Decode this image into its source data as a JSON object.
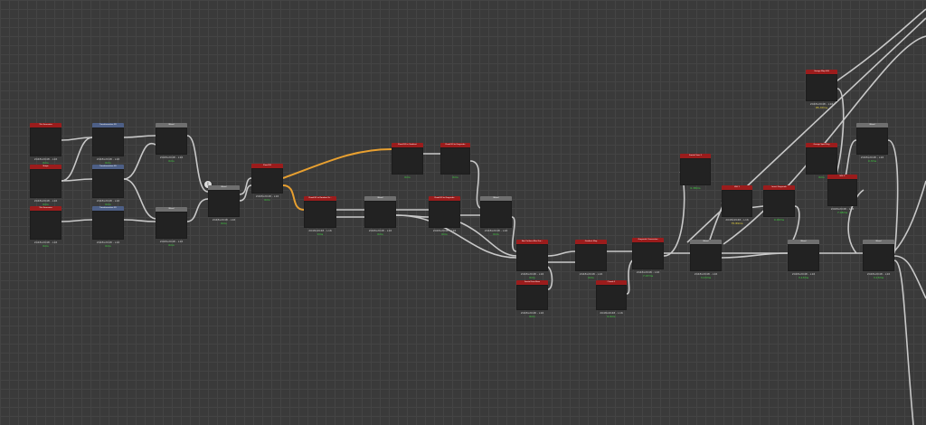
{
  "graph": {
    "nodes": {
      "tile_gen_1": {
        "title": "Tile Generator",
        "res": "2048x2048 - L16",
        "time": "0ms"
      },
      "shape": {
        "title": "Shape",
        "res": "2048x2048 - L16",
        "time": "0ms"
      },
      "tile_gen_2": {
        "title": "Tile Generator",
        "res": "2048x2048 - L16",
        "time": "0ms"
      },
      "transform_1": {
        "title": "Transformation 2D",
        "res": "2048x2048 - L16",
        "time": "0ms"
      },
      "transform_2": {
        "title": "Transformation 2D",
        "res": "2048x2048 - L16",
        "time": "0ms"
      },
      "transform_3": {
        "title": "Transformation 2D",
        "res": "2048x2048 - L16",
        "time": "0ms"
      },
      "blend_a": {
        "title": "Blend",
        "res": "2048x2048 - L16",
        "time": "0ms"
      },
      "blend_b": {
        "title": "Blend",
        "res": "2048x2048 - L16",
        "time": "0ms"
      },
      "blend_c": {
        "title": "Blend",
        "res": "2048x2048 - L16",
        "time": "0ms"
      },
      "flood_fill": {
        "title": "Flood Fill",
        "res": "2048x2048 - L16",
        "time": "0ms"
      },
      "ff_random": {
        "title": "Flood Fill to Random Gr...",
        "res": "2048x2048 - L16",
        "time": "0ms"
      },
      "ff_gradient": {
        "title": "Flood Fill to Gradient",
        "res": "",
        "time": "0ms"
      },
      "ff_grayscale": {
        "title": "Flood Fill to Grayscale",
        "res": "",
        "time": "0ms"
      },
      "blend_d": {
        "title": "Blend",
        "res": "2048x2048 - L16",
        "time": "0ms"
      },
      "ff_grayscale2": {
        "title": "Flood Fill to Grayscale",
        "res": "2048x2048 - L16",
        "time": "0ms"
      },
      "blend_e": {
        "title": "Blend",
        "res": "2048x2048 - L16",
        "time": "0ms"
      },
      "non_uniform": {
        "title": "Non Uniform Blur Gra...",
        "res": "2048x2048 - L16",
        "time": "0ms"
      },
      "fractal_sum": {
        "title": "Fractal Sum Base",
        "res": "2048x2048 - L16",
        "time": "0ms"
      },
      "gradient_map": {
        "title": "Gradient Map",
        "res": "2048x2048 - L16",
        "time": "0ms"
      },
      "clouds": {
        "title": "Clouds 2",
        "res": "2048x2048 - L16",
        "time": "0.0ms"
      },
      "grayscale_conv": {
        "title": "Grayscale Conversion",
        "res": "2048x2048 - L16",
        "time": "7.47ms"
      },
      "blend_f": {
        "title": "Blend",
        "res": "2048x2048 - L16",
        "time": "3.13ms"
      },
      "fractal_sum2": {
        "title": "Fractal Sum 2",
        "res": "",
        "time": "0.38ms"
      },
      "hsl": {
        "title": "HSL 1",
        "res": "2048x2048 - L16",
        "time": "75.89ms"
      },
      "levels": {
        "title": "Invert Grayscale",
        "res": "",
        "time": "0.00ms"
      },
      "blend_g": {
        "title": "Blend",
        "res": "2048x2048 - L16",
        "time": "3.13ms"
      },
      "grunge_map": {
        "title": "Grunge Map 005",
        "res": "2048x2048 - L16",
        "time": "85.37ms"
      },
      "grunge_spot": {
        "title": "Grunge Spot Dirty",
        "res": "",
        "time": "0ms"
      },
      "hsl2": {
        "title": "HSL 2",
        "res": "2048x2048 - L16",
        "time": "7.48ms"
      },
      "blend_h": {
        "title": "Blend",
        "res": "2048x2048 - L16",
        "time": "0.3ms"
      },
      "blend_i": {
        "title": "Blend",
        "res": "2048x2048 - L16",
        "time": "3.13ms"
      }
    }
  },
  "colors": {
    "canvas_bg": "#3a3a3a",
    "wire": "#c8c8c8",
    "wire_highlight": "#e8a030",
    "title_red": "#9b1c1c",
    "title_blue": "#4d5f86",
    "time_green": "#3fd43f"
  }
}
